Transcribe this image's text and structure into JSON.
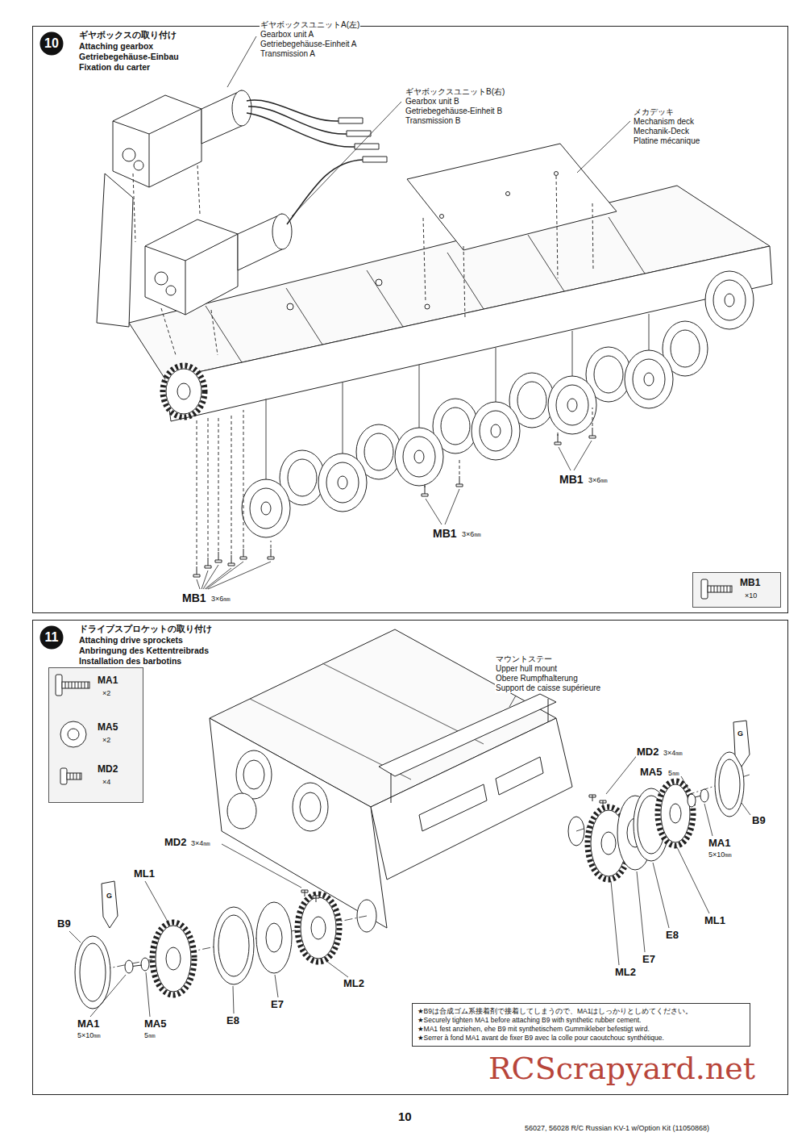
{
  "diagram": {
    "nodes": [
      {
        "text": [
          "ギヤボックスの取り付け",
          "Attaching gearbox",
          "Getriebegehäuse-Einbau",
          "Fixation du carter"
        ]
      },
      {
        "text": [
          "10"
        ],
        "in": 0
      },
      {
        "text": [
          "MB1",
          "×10"
        ],
        "in": 0
      },
      {
        "text": [
          "ドライブスプロケットの取り付け",
          "Attaching drive sprockets",
          "Anbringung des Kettentreibrads",
          "Installation des barbotins"
        ]
      },
      {
        "text": [
          "11"
        ],
        "in": 3
      },
      {
        "text": [
          "MA1",
          "×2",
          "MA5",
          "×2",
          "MD2",
          "×4"
        ],
        "in": 3
      },
      {
        "text": [
          "★B9は合成ゴム系接着剤で接着してしまうので、MA1はしっかりとしめてください。",
          "★Securely tighten MA1 before attaching B9 with synthetic rubber cement.",
          "★MA1 fest anziehen, ehe B9 mit synthetischem Gummikleber befestigt wird.",
          "★Serrer à fond MA1 avant de fixer B9 avec la colle pour caoutchouc synthétique."
        ],
        "in": 3
      }
    ],
    "labels": [
      "ギヤボックスユニットA(左)",
      "Gearbox unit A",
      "Getriebegehäuse-Einheit A",
      "Transmission A",
      "ギヤボックスユニットB(右)",
      "Gearbox unit B",
      "Getriebegehäuse-Einheit B",
      "Transmission B",
      "メカデッキ",
      "Mechanism deck",
      "Mechanik-Deck",
      "Platine mécanique",
      "MB1",
      "3×6㎜",
      "MB1",
      "3×6㎜",
      "MB1",
      "3×6㎜",
      "マウントステー",
      "Upper hull mount",
      "Obere Rumpfhalterung",
      "Support de caisse supérieure",
      "MD2",
      "3×4㎜",
      "MA5",
      "5㎜",
      "G",
      "MA1",
      "5×10㎜",
      "B9",
      "ML1",
      "E8",
      "E7",
      "ML2",
      "MD2",
      "3×4㎜",
      "ML1",
      "B9",
      "G",
      "ML2",
      "E7",
      "E8",
      "MA1",
      "5×10㎜",
      "MA5",
      "5㎜",
      "10",
      "56027, 56028 R/C Russian KV-1 w/Option Kit (11050868)",
      "RCScrapyard.net"
    ]
  }
}
